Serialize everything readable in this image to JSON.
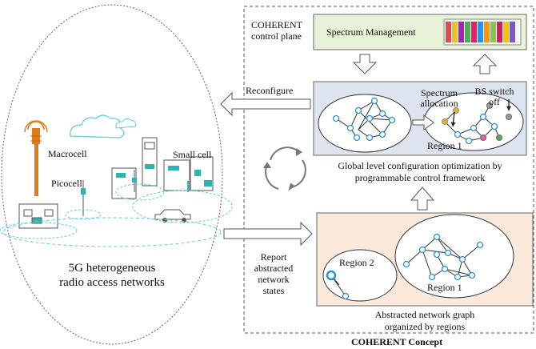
{
  "left": {
    "macrocell": "Macrocell",
    "picocell": "Picocell",
    "small_cell": "Small cell",
    "caption_line1": "5G heterogeneous",
    "caption_line2": "radio access networks"
  },
  "middle": {
    "reconfigure": "Reconfigure",
    "report_lines": [
      "Report",
      "abstracted",
      "network",
      "states"
    ]
  },
  "control_plane": {
    "label_line1": "COHERENT",
    "label_line2": "control plane",
    "spectrum_management": "Spectrum Management",
    "spectrum_allocation_line1": "Spectrum",
    "spectrum_allocation_line2": "allocation",
    "bs_switch_line1": "BS switch",
    "bs_switch_line2": "off",
    "region1_top": "Region 1",
    "global_caption_line1": "Global level configuration optimization by",
    "global_caption_line2": "programmable control framework",
    "region2": "Region 2",
    "region1_bottom": "Region 1",
    "abstract_caption_line1": "Abstracted network graph",
    "abstract_caption_line2": "organized by regions",
    "concept_title": "COHERENT Concept"
  },
  "colors": {
    "spectrum_box": "#e8f2d8",
    "global_box": "#dde3ef",
    "abstract_box": "#fbe9dc",
    "node_stroke": "#2a8fd6",
    "antenna_orange": "#e07b1a"
  }
}
